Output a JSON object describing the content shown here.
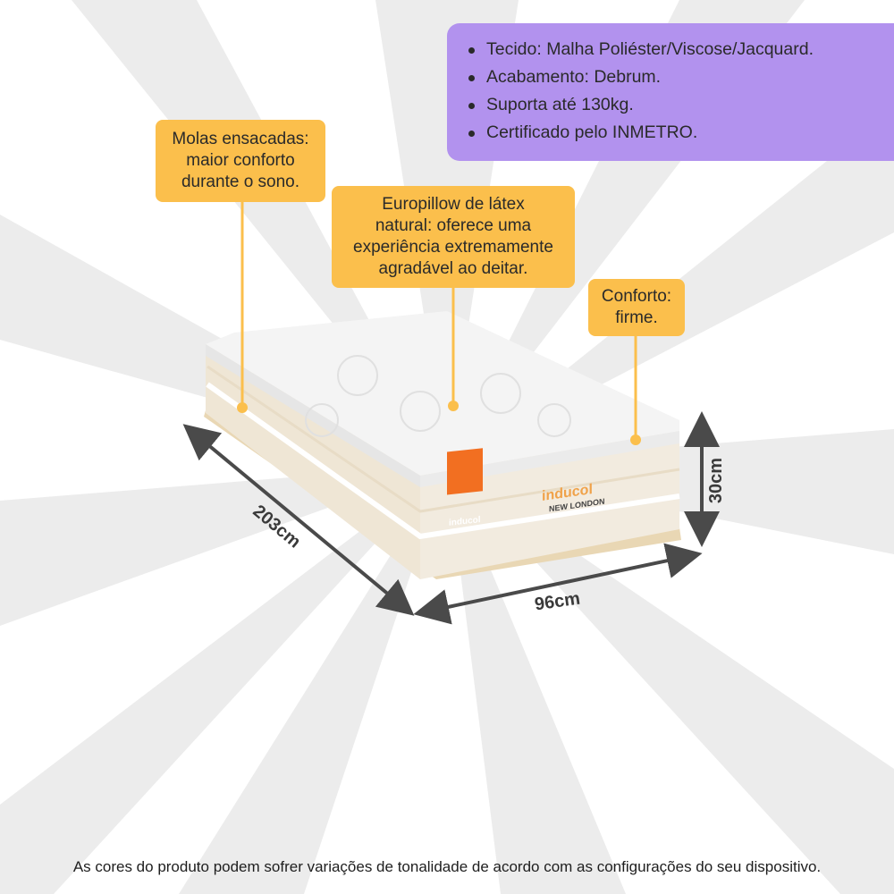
{
  "features": [
    "Tecido: Malha Poliéster/Viscose/Jacquard.",
    "Acabamento: Debrum.",
    "Suporta até 130kg.",
    "Certificado pelo INMETRO."
  ],
  "callouts": {
    "molas": "Molas ensacadas:\nmaior conforto\ndurante o sono.",
    "europillow": "Europillow de látex\nnatural: oferece uma\nexperiência extremamente\nagradável ao deitar.",
    "conforto": "Conforto:\nfirme."
  },
  "dimensions": {
    "length": "203cm",
    "width": "96cm",
    "height": "30cm"
  },
  "product_label": {
    "brand": "inducol",
    "model": "NEW LONDON",
    "tag_brand": "inducol"
  },
  "footnote": "As cores do produto podem sofrer variações de tonalidade de acordo com as configurações do seu dispositivo.",
  "colors": {
    "callout": "#fbbf4c",
    "features_panel": "#b292ee",
    "dimension_arrow": "#4a4a4a",
    "brand_orange": "#f26f21"
  }
}
